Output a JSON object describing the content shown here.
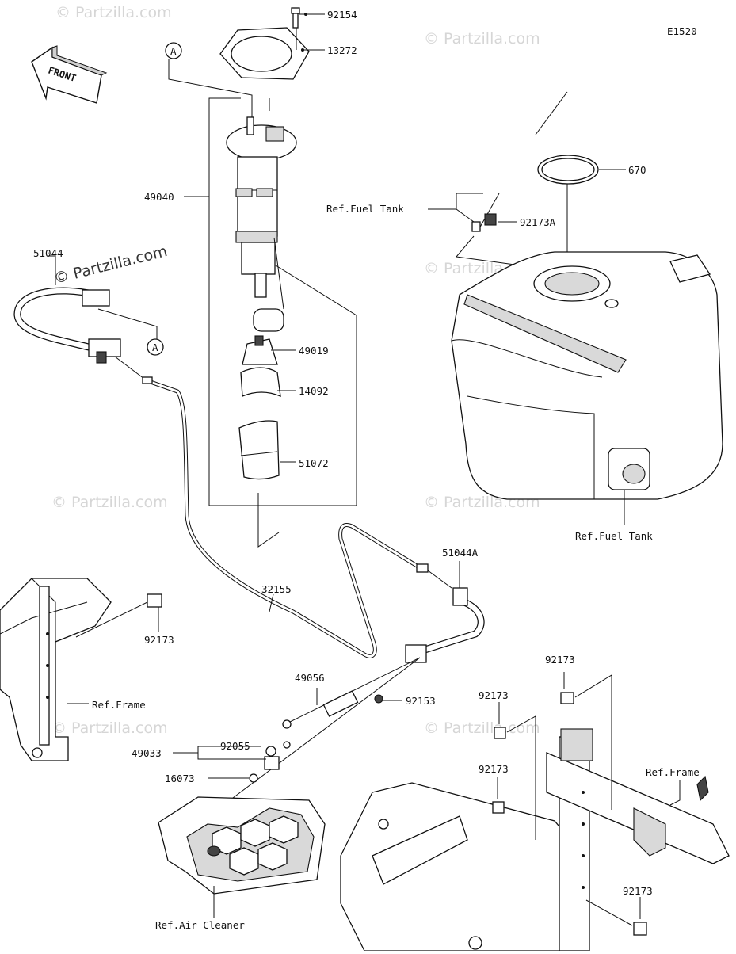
{
  "diagram_code": "E1520",
  "watermark": "© Partzilla.com",
  "front_label": "FRONT",
  "ref_A": "A",
  "parts": {
    "p92154": "92154",
    "p13272": "13272",
    "p49040": "49040",
    "p49019": "49019",
    "p14092": "14092",
    "p51072": "51072",
    "p51044": "51044",
    "p670": "670",
    "p92173A": "92173A",
    "p51044A": "51044A",
    "p32155": "32155",
    "p92173": "92173",
    "p49056": "49056",
    "p92153": "92153",
    "p49033": "49033",
    "p92055": "92055",
    "p16073": "16073"
  },
  "refs": {
    "fuel_tank": "Ref.Fuel Tank",
    "frame": "Ref.Frame",
    "air_cleaner": "Ref.Air Cleaner"
  },
  "colors": {
    "line": "#111111",
    "watermark": "#d6d6d6"
  }
}
